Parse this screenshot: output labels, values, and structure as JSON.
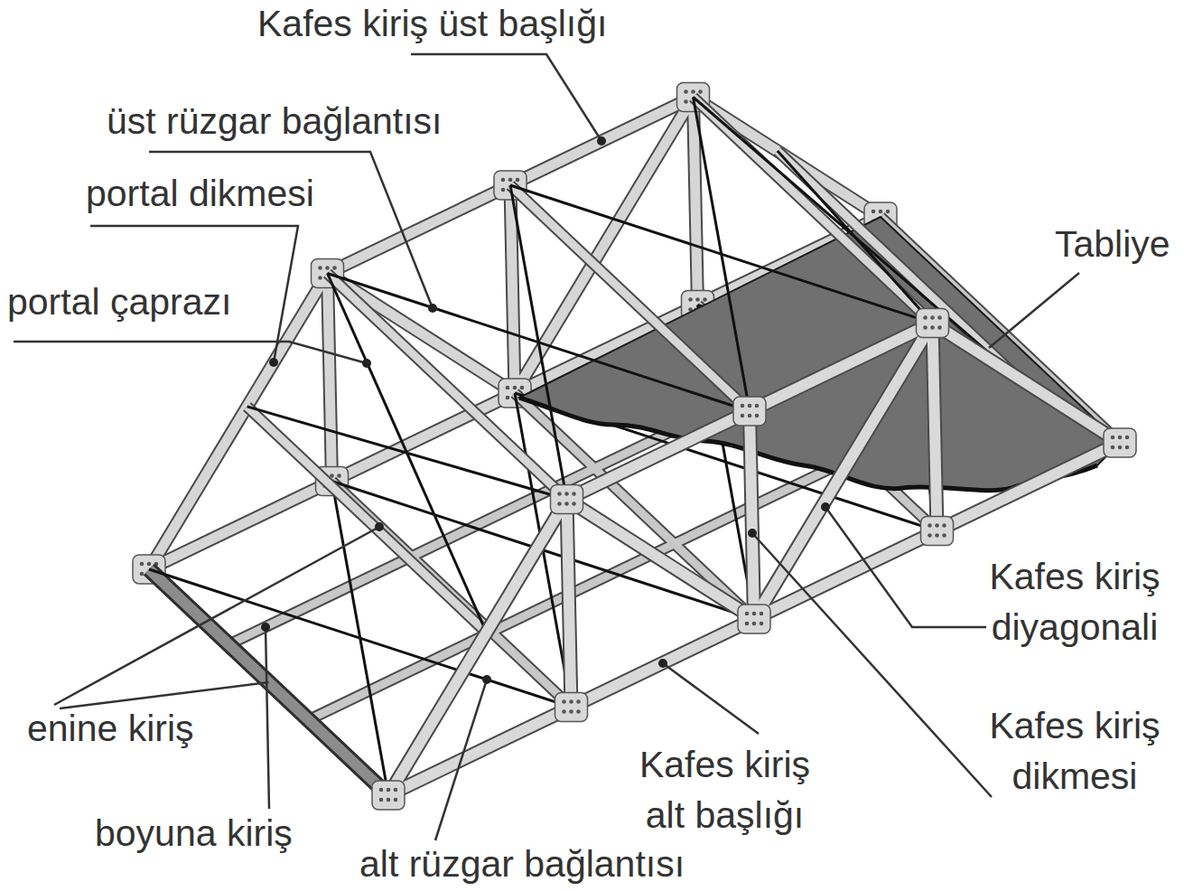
{
  "diagram": {
    "labels": [
      "Kafes kiriş üst başlığı",
      "üst rüzgar bağlantısı",
      "portal dikmesi",
      "portal çaprazı",
      "Tabliye",
      "Kafes kiriş diyagonali",
      "Kafes kiriş dikmesi",
      "enine kiriş",
      "boyuna kiriş",
      "Kafes kiriş alt başlığı",
      "alt rüzgar bağlantısı"
    ]
  }
}
